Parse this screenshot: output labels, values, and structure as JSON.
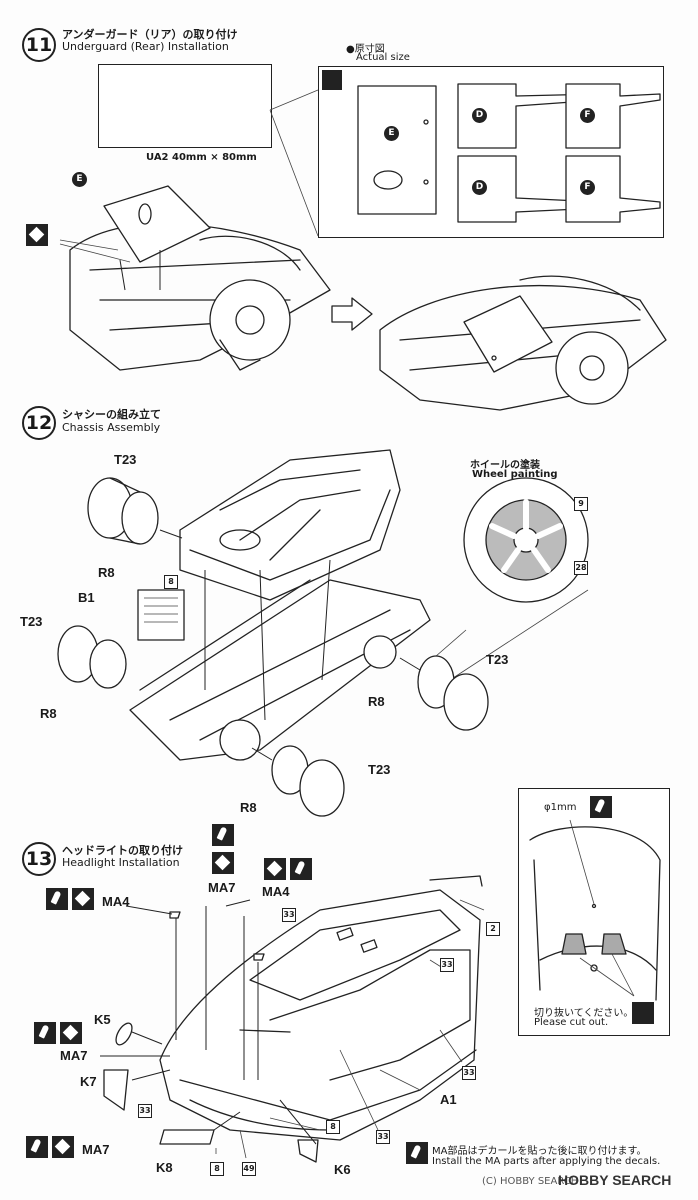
{
  "step11": {
    "number": "11",
    "title_jp": "アンダーガード（リア）の取り付け",
    "title_en": "Underguard (Rear) Installation",
    "actual_size_jp": "原寸図",
    "actual_size_en": "Actual size",
    "sheet_label": "UA2 40mm × 80mm",
    "parts": [
      "E",
      "E",
      "D",
      "D",
      "F",
      "F"
    ]
  },
  "step12": {
    "number": "12",
    "title_jp": "シャシーの組み立て",
    "title_en": "Chassis Assembly",
    "wheel_painting_jp": "ホイールの塗装",
    "wheel_painting_en": "Wheel painting",
    "color_codes": [
      "9",
      "28"
    ],
    "part_8": "8",
    "labels": {
      "t23_a": "T23",
      "r8_a": "R8",
      "b1": "B1",
      "t23_b": "T23",
      "r8_b": "R8",
      "t23_c": "T23",
      "r8_c": "R8",
      "t23_d": "T23",
      "r8_d": "R8"
    }
  },
  "step13": {
    "number": "13",
    "title_jp": "ヘッドライトの取り付け",
    "title_en": "Headlight Installation",
    "drill_label": "φ1mm",
    "cut_out_jp": "切り抜いてください。",
    "cut_out_en": "Please cut out.",
    "note_jp": "MA部品はデカールを貼った後に取り付けます。",
    "note_en": "Install the MA parts after applying the decals.",
    "labels": {
      "ma4_a": "MA4",
      "ma7_a": "MA7",
      "ma4_b": "MA4",
      "k5": "K5",
      "ma7_b": "MA7",
      "k7": "K7",
      "ma7_c": "MA7",
      "k8": "K8",
      "k6": "K6",
      "a1": "A1"
    },
    "codes": {
      "c33_a": "33",
      "c2": "2",
      "c33_b": "33",
      "c33_c": "33",
      "c33_d": "33",
      "c33_e": "33",
      "c8_a": "8",
      "c8_b": "8",
      "c49": "49"
    }
  },
  "watermark": "HOBBY SEARCH",
  "watermark_copy": "(C) HOBBY SEARCH"
}
